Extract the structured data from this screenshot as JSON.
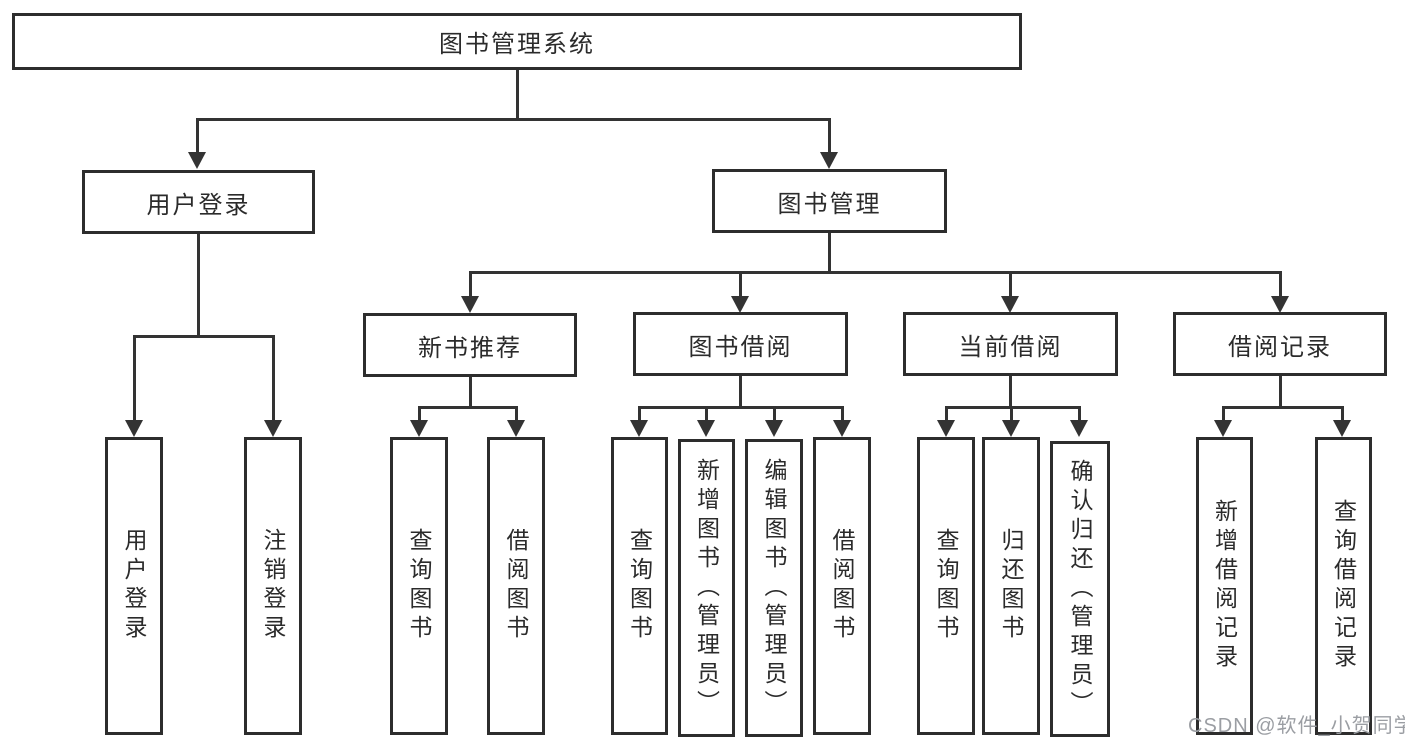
{
  "tree": {
    "label": "图书管理系统",
    "children": [
      {
        "label": "用户登录",
        "children": [
          {
            "label": "用户登录"
          },
          {
            "label": "注销登录"
          }
        ]
      },
      {
        "label": "图书管理",
        "children": [
          {
            "label": "新书推荐",
            "children": [
              {
                "label": "查询图书"
              },
              {
                "label": "借阅图书"
              }
            ]
          },
          {
            "label": "图书借阅",
            "children": [
              {
                "label": "查询图书"
              },
              {
                "label": "新增图书（管理员）"
              },
              {
                "label": "编辑图书（管理员）"
              },
              {
                "label": "借阅图书"
              }
            ]
          },
          {
            "label": "当前借阅",
            "children": [
              {
                "label": "查询图书"
              },
              {
                "label": "归还图书"
              },
              {
                "label": "确认归还（管理员）"
              }
            ]
          },
          {
            "label": "借阅记录",
            "children": [
              {
                "label": "新增借阅记录"
              },
              {
                "label": "查询借阅记录"
              }
            ]
          }
        ]
      }
    ]
  },
  "watermark": {
    "text": "CSDN @软件_小贺同学"
  },
  "colors": {
    "line": "#333333",
    "box_border": "#2d2d2d",
    "text": "#2b2b2b",
    "background": "#ffffff",
    "watermark": "#9b9ea3"
  }
}
